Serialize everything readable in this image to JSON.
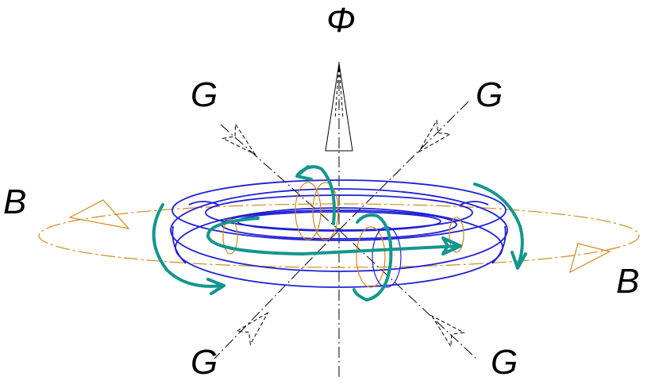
{
  "labels": {
    "phi": "Φ",
    "b_left": "B",
    "b_right": "B",
    "g_top_left": "G",
    "g_top_right": "G",
    "g_bottom_left": "G",
    "g_bottom_right": "G"
  },
  "colors": {
    "torus": "#1f1fd6",
    "b_field": "#d08a1a",
    "circulation_arrows": "#14968e",
    "axes": "#000000",
    "background": "#ffffff"
  }
}
